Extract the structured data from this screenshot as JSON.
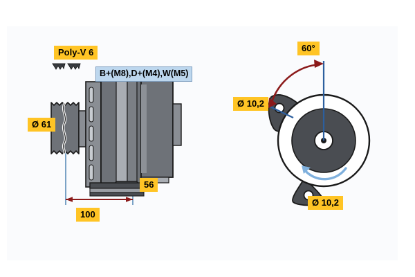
{
  "figure": {
    "background_color": "#ffffff",
    "panel_color": "#fafbfd",
    "label_yellow": "#ffc425",
    "label_blue": "#bdd7ee",
    "dimension_red": "#8b1a1a",
    "extension_blue": "#5b8cb8",
    "rotation_arrow_blue": "#7fb0dd",
    "body_gray_dark": "#6e7278",
    "body_gray_mid": "#8a8e94",
    "body_gray_light": "#a9adb3",
    "housing_dark": "#4a4d52"
  },
  "left_view": {
    "labels": {
      "belt_type": "Poly-V 6",
      "terminals": "B+(M8),D+(M4),W(M5)",
      "pulley_diameter": "Ø 61",
      "stack_height": "56",
      "overall_length": "100"
    }
  },
  "right_view": {
    "labels": {
      "mounting_angle": "60°",
      "hole_diameter_top": "Ø 10,2",
      "hole_diameter_bottom": "Ø 10,2"
    }
  },
  "icons": {
    "poly_v_groove": "poly-v-groove-icon",
    "rotation_direction": "rotation-direction-icon"
  }
}
